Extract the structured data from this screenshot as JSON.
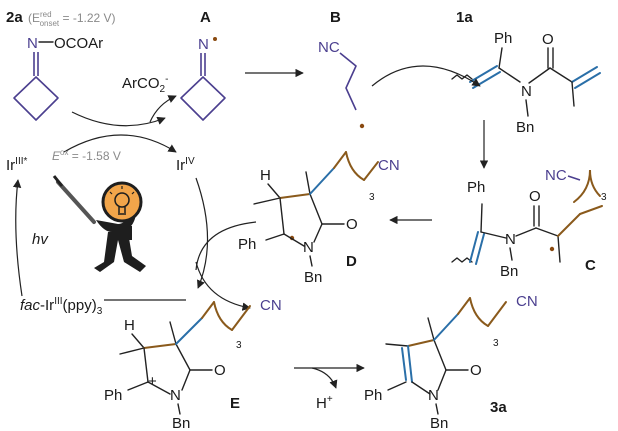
{
  "compounds": {
    "c2a": {
      "id": "2a",
      "potential_prefix": "(E",
      "potential_sup": "red",
      "potential_sub": "onset",
      "potential_value": " = -1.22 V)",
      "oxime_group": "OCOAr",
      "n_atom": "N"
    },
    "A": {
      "id": "A",
      "n_atom": "N"
    },
    "B": {
      "id": "B",
      "nitrile": "NC"
    },
    "c1a": {
      "id": "1a",
      "phenyl": "Ph",
      "carbonyl_o": "O",
      "n_atom": "N",
      "benzyl": "Bn"
    },
    "C": {
      "id": "C",
      "phenyl": "Ph",
      "carbonyl_o": "O",
      "n_atom": "N",
      "benzyl": "Bn",
      "nitrile": "NC",
      "sub": "3"
    },
    "D": {
      "id": "D",
      "h_atom": "H",
      "phenyl": "Ph",
      "carbonyl_o": "O",
      "n_atom": "N",
      "benzyl": "Bn",
      "nitrile": "CN",
      "sub": "3"
    },
    "E": {
      "id": "E",
      "h_atom": "H",
      "phenyl": "Ph",
      "carbonyl_o": "O",
      "n_atom": "N",
      "benzyl": "Bn",
      "nitrile": "CN",
      "sub": "3",
      "charge": "+"
    },
    "c3a": {
      "id": "3a",
      "phenyl": "Ph",
      "carbonyl_o": "O",
      "n_atom": "N",
      "benzyl": "Bn",
      "nitrile": "CN",
      "sub": "3"
    }
  },
  "byproducts": {
    "carboxylate": "ArCO",
    "carboxylate_sub": "2",
    "carboxylate_sup": "-",
    "proton": "H",
    "proton_sup": "+"
  },
  "catalytic_cycle": {
    "excited_ir": "Ir",
    "excited_ir_sup": "III*",
    "ir_iv": "Ir",
    "ir_iv_sup": "IV",
    "eox_prefix": "E",
    "eox_sup": "ox",
    "eox_value": " = -1.58 V",
    "light": "hv",
    "catalyst_prefix": "fac",
    "catalyst_ir": "-Ir",
    "catalyst_sup": "III",
    "catalyst_ligand": "(ppy)",
    "catalyst_sub": "3"
  },
  "colors": {
    "purple": "#4b3f8f",
    "blue": "#2a6fa8",
    "brown": "#8a5a1c",
    "radical_dot": "#8a4a10",
    "orange": "#f2a54a"
  },
  "icons": {
    "mascot": "warrior-lightbulb-icon"
  }
}
